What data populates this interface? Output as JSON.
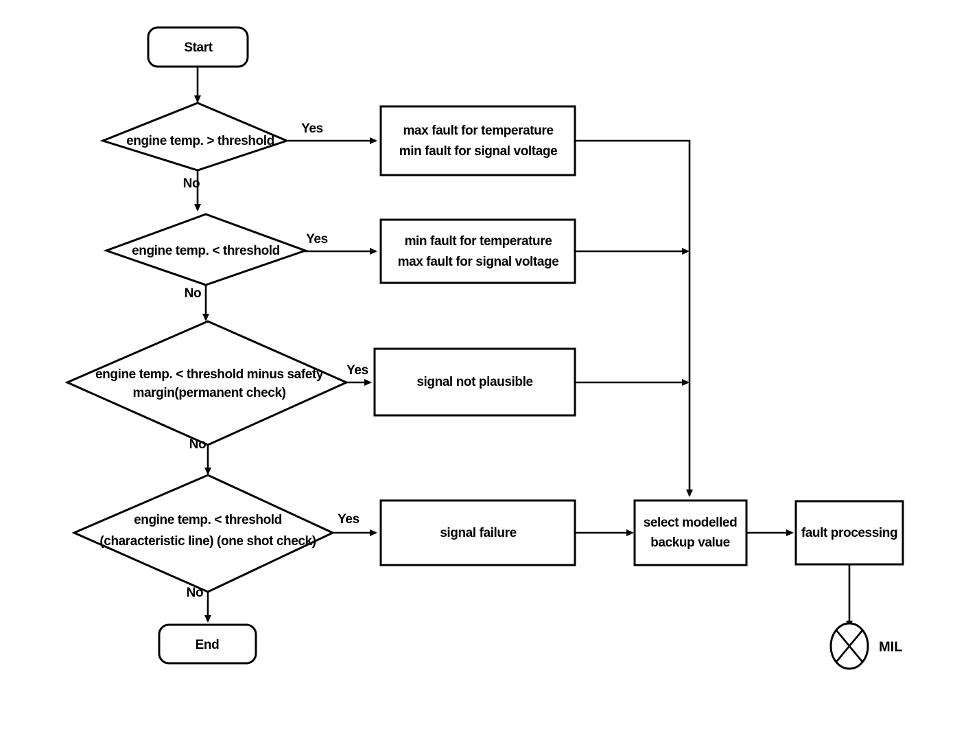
{
  "diagram": {
    "title": "engine temperature signal fault diagnosis flowchart",
    "colors": {
      "stroke": "#000000",
      "fill": "#ffffff",
      "background": "#ffffff"
    },
    "nodes": {
      "start": {
        "label": "Start",
        "type": "terminator"
      },
      "end": {
        "label": "End",
        "type": "terminator"
      },
      "decision1": {
        "label": "engine temp. > threshold",
        "type": "decision"
      },
      "decision2": {
        "label": "engine temp. < threshold",
        "type": "decision"
      },
      "decision3": {
        "line1": "engine temp.  < threshold minus safety",
        "line2": "margin(permanent check)",
        "type": "decision"
      },
      "decision4": {
        "line1": "engine temp. < threshold",
        "line2": "(characteristic line) (one shot check)",
        "type": "decision"
      },
      "process1": {
        "line1": "max fault for temperature",
        "line2": "min fault for signal voltage",
        "type": "process"
      },
      "process2": {
        "line1": "min fault for temperature",
        "line2": "max fault for signal voltage",
        "type": "process"
      },
      "process3": {
        "label": "signal not plausible",
        "type": "process"
      },
      "process4": {
        "label": "signal failure",
        "type": "process"
      },
      "process5": {
        "line1": "select modelled",
        "line2": "backup value",
        "type": "process"
      },
      "process6": {
        "label": "fault processing",
        "type": "process"
      },
      "mil": {
        "label": "MIL",
        "type": "lamp-symbol",
        "icon": "crossed-circle-icon"
      }
    },
    "branch_labels": {
      "yes1": "Yes",
      "no1": "No",
      "yes2": "Yes",
      "no2": "No",
      "yes3": "Yes",
      "no3": "No",
      "yes4": "Yes",
      "no4": "No"
    }
  }
}
